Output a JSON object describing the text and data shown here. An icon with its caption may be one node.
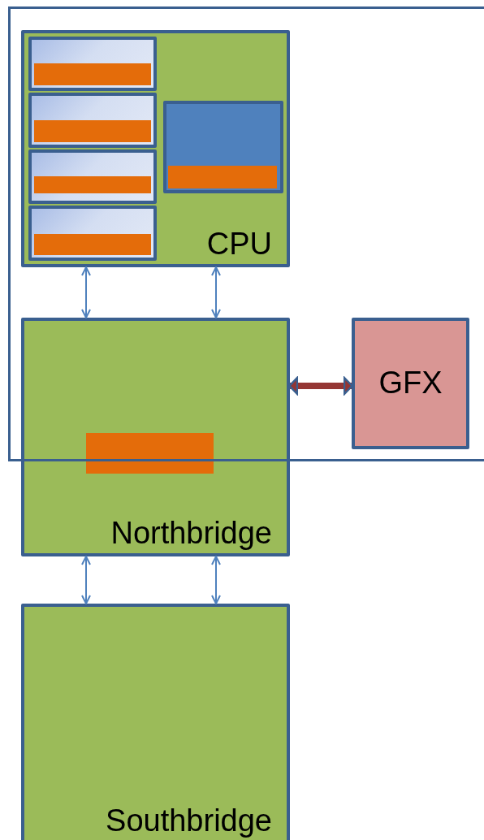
{
  "diagram": {
    "nodes": [
      {
        "text": [],
        "shape": "box"
      },
      {
        "text": [
          "CPU"
        ],
        "in": 0
      },
      {
        "text": [],
        "shape": "box",
        "in": 1
      },
      {
        "text": [],
        "shape": "box",
        "in": 1
      },
      {
        "text": [],
        "shape": "box",
        "in": 1
      },
      {
        "text": [],
        "shape": "box",
        "in": 1
      },
      {
        "text": [],
        "shape": "box",
        "in": 1
      },
      {
        "text": [
          "Northbridge"
        ]
      },
      {
        "text": [
          "GFX"
        ],
        "in": 0
      },
      {
        "text": [
          "Southbridge"
        ]
      }
    ],
    "edges": [
      {
        "from": 1,
        "to": 7,
        "arrow": "both"
      },
      {
        "from": 1,
        "to": 7,
        "arrow": "both"
      },
      {
        "from": 7,
        "to": 8,
        "arrow": "both",
        "style": "thick",
        "color": "#943634"
      },
      {
        "from": 7,
        "to": 9,
        "arrow": "both"
      },
      {
        "from": 7,
        "to": 9,
        "arrow": "both"
      }
    ]
  }
}
